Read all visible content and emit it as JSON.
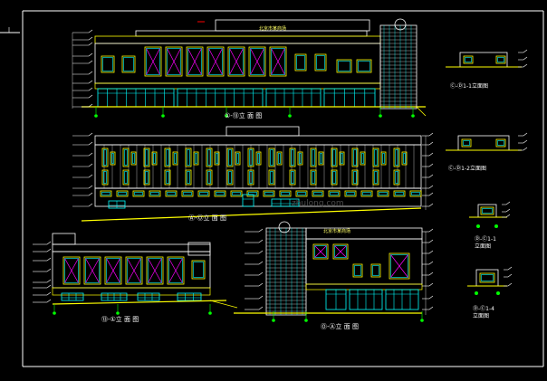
{
  "drawing": {
    "colors": {
      "background": "#000000",
      "frame": "#ffffff",
      "outline": "#ffffff",
      "window_frame": "#ffff00",
      "glass": "#00ffff",
      "diagonal": "#ff00ff",
      "ground": "#ffff00",
      "dim_line": "#00ff00",
      "accent": "#ff0000"
    },
    "elevations": [
      {
        "id": "main-front",
        "label": "①-⑬立 面 图"
      },
      {
        "id": "main-rear",
        "label": "Ⓐ-Ⓞ立 面 图"
      },
      {
        "id": "side-left",
        "label": "⑬-①立 面 图"
      },
      {
        "id": "side-right",
        "label": "Ⓞ-Ⓐ立 面 图"
      }
    ],
    "details": [
      {
        "id": "detail-1",
        "label": "Ⓒ-Ⓓ1-1立面图"
      },
      {
        "id": "detail-2",
        "label": "Ⓒ-Ⓓ1-2立面图"
      },
      {
        "id": "detail-3",
        "label": "Ⓓ-Ⓒ1-1\n立面图"
      },
      {
        "id": "detail-4",
        "label": "Ⓓ-Ⓒ1-4\n立面图"
      }
    ],
    "signs": [
      {
        "id": "sign-main",
        "text": "北京市某商场"
      },
      {
        "id": "sign-side",
        "text": "北京市某商场"
      }
    ],
    "watermark": "zhulong.com"
  }
}
